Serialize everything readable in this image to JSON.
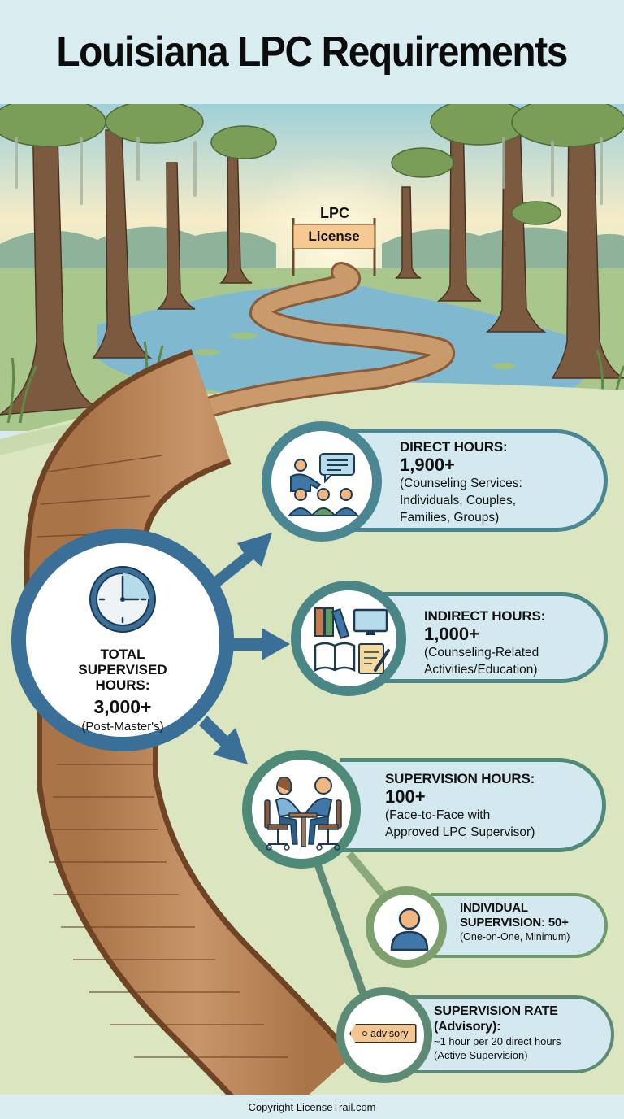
{
  "header": {
    "title": "Louisiana LPC Requirements"
  },
  "scene": {
    "sign_line1": "LPC",
    "sign_line2": "License"
  },
  "total": {
    "icon": "clock-icon",
    "label_line1": "TOTAL",
    "label_line2": "SUPERVISED",
    "label_line3": "HOURS:",
    "value": "3,000+",
    "note": "(Post-Master's)",
    "color": "#3a6f98"
  },
  "cards": [
    {
      "icon": "presenter-group-icon",
      "title": "DIRECT HOURS:",
      "value": "1,900+",
      "desc_line1": "(Counseling Services:",
      "desc_line2": "Individuals, Couples,",
      "desc_line3": "Families, Groups)"
    },
    {
      "icon": "books-computer-notepad-icon",
      "title": "INDIRECT HOURS:",
      "value": "1,000+",
      "desc_line1": "(Counseling-Related",
      "desc_line2": "Activities/Education)"
    },
    {
      "icon": "meeting-table-icon",
      "title": "SUPERVISION HOURS:",
      "value": "100+",
      "desc_line1": "(Face-to-Face with",
      "desc_line2": "Approved LPC Supervisor)"
    },
    {
      "icon": "person-icon",
      "title_line1": "INDIVIDUAL",
      "title_line2": "SUPERVISION: 50+",
      "desc_line1": "(One-on-One, Minimum)"
    },
    {
      "icon": "advisory-tag-icon",
      "tag_label": "advisory",
      "title_line1": "SUPERVISION RATE",
      "title_line2": "(Advisory):",
      "desc_line1": "~1 hour per 20 direct hours",
      "desc_line2": "(Active Supervision)"
    }
  ],
  "colors": {
    "header_bg": "#d9ecf0",
    "ground": "#dbe6c0",
    "water": "#7fb8cf",
    "wood": "#b7855a",
    "primary_blue": "#3a6f98",
    "teal": "#4a8792",
    "pill_bg": "#d3e9ef"
  },
  "footer": {
    "copyright": "Copyright LicenseTrail.com"
  }
}
